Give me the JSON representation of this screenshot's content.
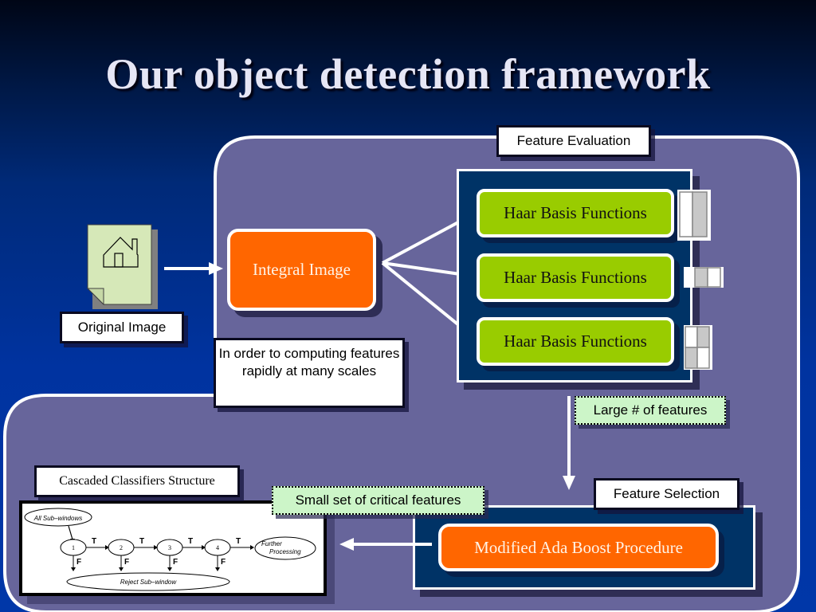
{
  "slide": {
    "title": "Our object detection framework"
  },
  "colors": {
    "background": "#0033a0",
    "region": "#67659b",
    "panel": "#003366",
    "orange_box": "#ff6600",
    "green_box": "#99cc00",
    "note_box": "#ccf5c8"
  },
  "input": {
    "icon": "document-house-icon",
    "label": "Original Image"
  },
  "integral": {
    "label": "Integral Image",
    "note": "In order to computing features rapidly at many scales"
  },
  "evaluation": {
    "label": "Feature Evaluation",
    "haar_boxes": [
      {
        "label": "Haar Basis Functions",
        "icon": "haar-two-rect-vertical-icon"
      },
      {
        "label": "Haar Basis Functions",
        "icon": "haar-three-rect-horizontal-icon"
      },
      {
        "label": "Haar Basis Functions",
        "icon": "haar-four-rect-checker-icon"
      }
    ],
    "note": "Large # of features"
  },
  "selection": {
    "label": "Feature Selection",
    "procedure": "Modified Ada Boost Procedure",
    "note": "Small set of critical features"
  },
  "cascade": {
    "label": "Cascaded Classifiers Structure",
    "start": "All Sub–windows",
    "stages": [
      "1",
      "2",
      "3",
      "4"
    ],
    "true_label": "T",
    "false_label": "F",
    "end_line1": "Further",
    "end_line2": "Processing",
    "reject": "Reject Sub–window"
  }
}
